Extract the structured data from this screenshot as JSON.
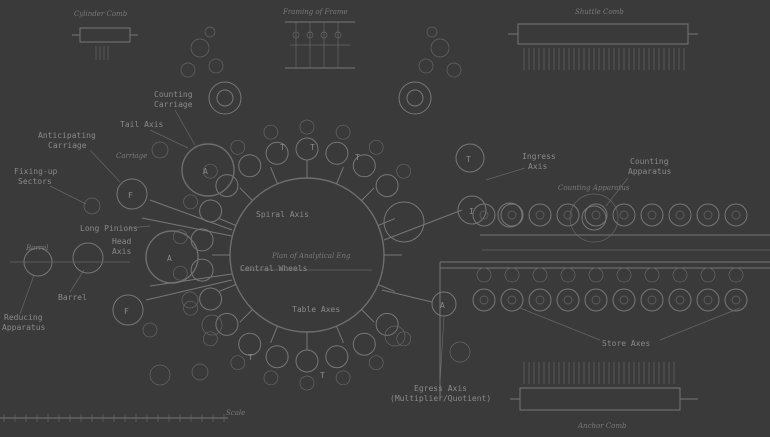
{
  "background": "#3a3a3a",
  "line_color": "#777777",
  "text_color": "#8a8a8a",
  "headings": {
    "top_left": "Cylinder Comb",
    "top_center": "Framing of Frame",
    "top_right": "Shuttle Comb",
    "bottom_right": "Anchor Comb"
  },
  "labels": {
    "counting_carriage": [
      "Counting",
      "Carriage"
    ],
    "tail_axis": "Tail Axis",
    "anticipating_carriage": [
      "Anticipating",
      "Carriage"
    ],
    "fixing_up_sectors": [
      "Fixing-up",
      "Sectors"
    ],
    "long_pinions": "Long Pinions",
    "head_axis": [
      "Head",
      "Axis"
    ],
    "barrel": "Barrel",
    "reducing_apparatus": [
      "Reducing",
      "Apparatus"
    ],
    "spiral_axis": "Spiral Axis",
    "central_wheels": "Central Wheels",
    "table_axes": "Table Axes",
    "ingress_axis": [
      "Ingress",
      "Axis"
    ],
    "counting_apparatus": [
      "Counting",
      "Apparatus"
    ],
    "store_axes": "Store Axes",
    "egress_axis": [
      "Egress Axis",
      "(Multiplier/Quotient)"
    ]
  },
  "annotations": {
    "central_note": "Plan of Analytical Eng",
    "carriage_note": "Carriage",
    "counting_note": "Counting Apparatus",
    "barrel_note": "Barrel",
    "digits_note": "Anticip",
    "scale_note": "Scale"
  },
  "letters": {
    "big_wheel_top": "A",
    "big_wheel_bottom": "A",
    "small_f_top": "F",
    "small_f_bottom": "F",
    "t_marks": [
      "T",
      "T",
      "T",
      "T",
      "T"
    ],
    "right_t": "T",
    "right_i": "I",
    "right_a": "A"
  }
}
